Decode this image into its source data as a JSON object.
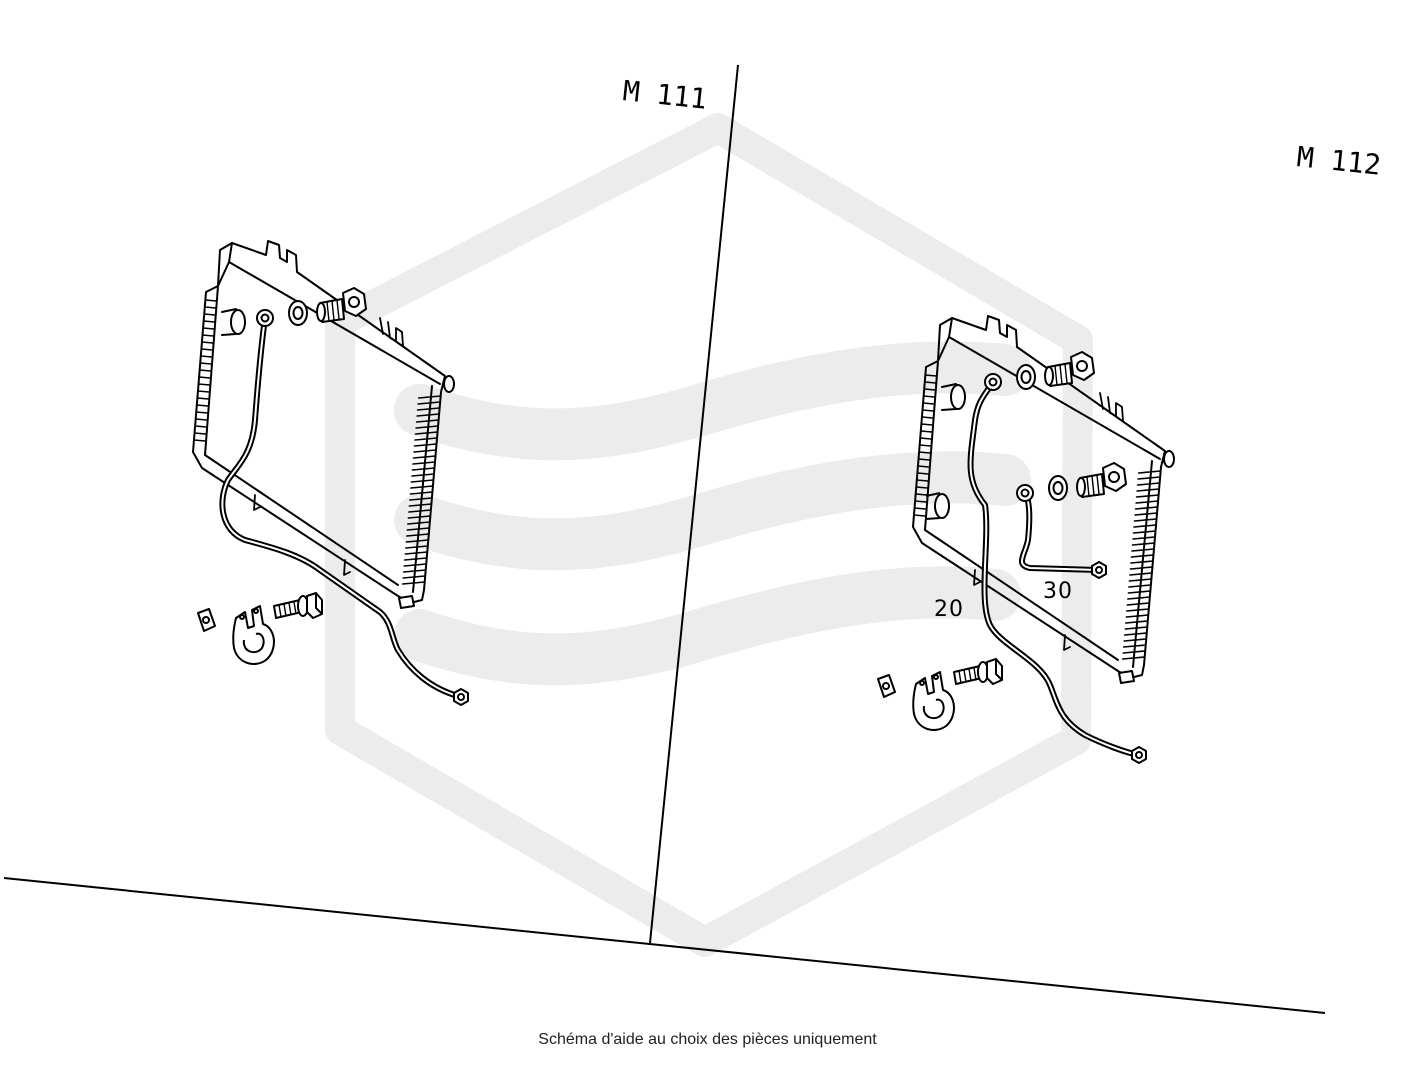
{
  "diagram": {
    "engine_left": "M 111",
    "engine_right": "M 112",
    "part_labels": {
      "part_20": "20",
      "part_30": "30"
    }
  },
  "caption": "Schéma d'aide au choix des pièces uniquement",
  "colors": {
    "line": "#000000",
    "watermark": "#ececec",
    "background": "#ffffff"
  }
}
